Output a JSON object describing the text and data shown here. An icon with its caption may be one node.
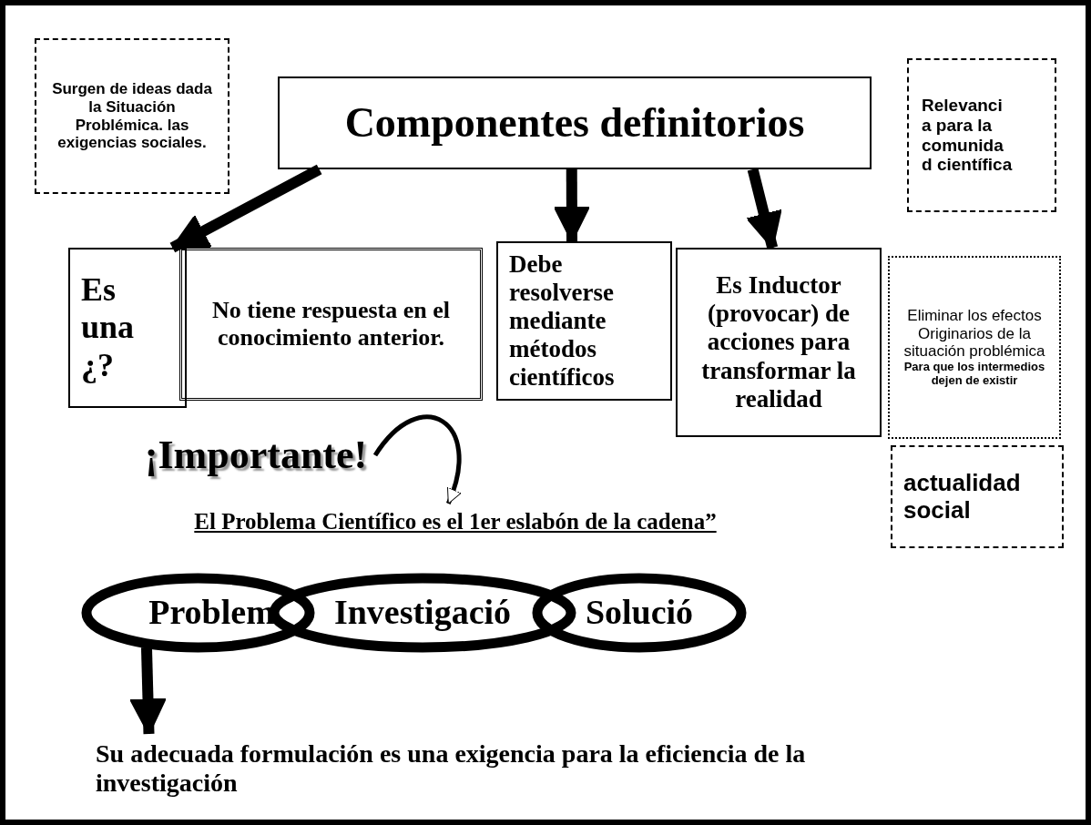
{
  "diagram": {
    "nodes": [
      {
        "text": [
          "Surgen de ideas dada la Situación Problémica. las exigencias sociales."
        ]
      },
      {
        "text": [
          "Componentes definitorios"
        ]
      },
      {
        "text": [
          "Relevanci a para la comunida d científica"
        ]
      },
      {
        "text": [
          "Es una ¿?"
        ]
      },
      {
        "text": [
          "No tiene respuesta en el conocimiento anterior."
        ]
      },
      {
        "text": [
          "Debe resolverse mediante métodos científicos"
        ]
      },
      {
        "text": [
          "Es Inductor (provocar) de acciones para transformar la realidad"
        ]
      },
      {
        "text": [
          "Eliminar los efectos Originarios de la situación problémica",
          "Para que los intermedios dejen de existir"
        ]
      },
      {
        "text": [
          "¡Importante!"
        ]
      },
      {
        "text": [
          "actualidad social"
        ]
      },
      {
        "text": [
          "El Problema Científico es el 1er eslabón de la cadena”"
        ]
      },
      {
        "text": [
          "Problem"
        ]
      },
      {
        "text": [
          "Investigació"
        ]
      },
      {
        "text": [
          "Solució"
        ]
      },
      {
        "text": [
          "Su adecuada formulación es una exigencia para la eficiencia de la investigación"
        ]
      }
    ],
    "edges": [
      {
        "from": 1,
        "to": 3,
        "arrow": "to"
      },
      {
        "from": 1,
        "to": 5,
        "arrow": "to"
      },
      {
        "from": 1,
        "to": 6,
        "arrow": "to"
      },
      {
        "from": 8,
        "to": 10,
        "arrow": "to"
      },
      {
        "from": 11,
        "to": 14,
        "arrow": "to"
      }
    ]
  }
}
